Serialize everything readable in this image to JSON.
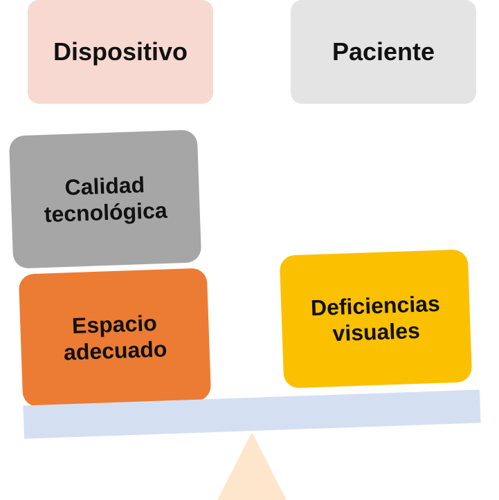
{
  "labels": {
    "left": "Dispositivo",
    "right": "Paciente"
  },
  "left_pan": {
    "blocks": [
      "Calidad\ntecnológica",
      "Espacio\nadecuado"
    ]
  },
  "right_pan": {
    "blocks": [
      "Deficiencias\nvisuales"
    ]
  },
  "colors": {
    "dispositivo_bg": "#f8d9d1",
    "paciente_bg": "#e4e4e4",
    "calidad_bg": "#a6a6a6",
    "espacio_bg": "#ec7c33",
    "deficiencias_bg": "#fbc000",
    "beam": "#d4e0f1",
    "fulcrum": "#fde6cc"
  }
}
